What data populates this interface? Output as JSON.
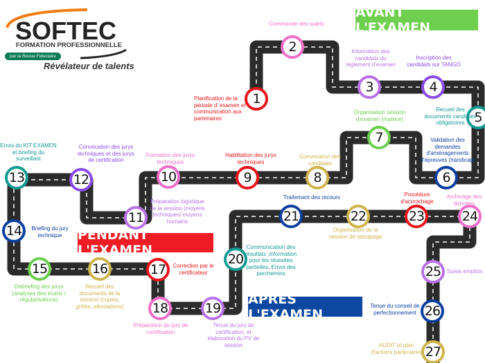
{
  "logo": {
    "brand": "SOFTEC",
    "subtitle": "FORMATION PROFESSIONNELLE",
    "pill": "par la Revue Fiduciaire",
    "tagline": "Révélateur de talents"
  },
  "banners": {
    "avant": "AVANT L'EXAMEN",
    "pendant": "PENDANT L'EXAMEN",
    "apres": "APRES L'EXAMEN"
  },
  "colors": {
    "road": "#2b2b2b",
    "red": "#e8141c",
    "pink": "#ee6fc8",
    "lavender": "#b872e6",
    "purple": "#8a4ce8",
    "teal": "#139a93",
    "navy": "#0d3f9f",
    "green": "#6cce4e",
    "gold": "#cfb44c",
    "banner_avant": "#6fcf4f",
    "banner_pendant": "#ee1c24",
    "banner_apres": "#0d47a1"
  },
  "steps": [
    {
      "number": "1",
      "label": "Planification de la période d' examen et communication aux partenaires",
      "color": "red"
    },
    {
      "number": "2",
      "label": "Commande des sujets",
      "color": "pink"
    },
    {
      "number": "3",
      "label": "Information des candidats du règlement d'examen",
      "color": "lavender"
    },
    {
      "number": "4",
      "label": "Inscription des candidats sur TANGO",
      "color": "purple"
    },
    {
      "number": "5",
      "label": "Recueil des documents candidats obligatoires",
      "color": "teal"
    },
    {
      "number": "6",
      "label": "Validation des demandes d'aménagements d'épreuves (handicap)",
      "color": "navy"
    },
    {
      "number": "7",
      "label": "Organisation session d'examen (matrice)",
      "color": "green"
    },
    {
      "number": "8",
      "label": "Convocation des candidats",
      "color": "gold"
    },
    {
      "number": "9",
      "label": "Habilitation des jurys techniques",
      "color": "red"
    },
    {
      "number": "10",
      "label": "Formation des jurys techniques",
      "color": "pink"
    },
    {
      "number": "11",
      "label": "Préparation logistique de la session (moyens techniques/ moyens humains",
      "color": "lavender"
    },
    {
      "number": "12",
      "label": "Convocation des jurys techniques et des jurys de certification",
      "color": "purple"
    },
    {
      "number": "13",
      "label": "Envoi du KIT EXAMEN et briefing du surveillant",
      "color": "teal"
    },
    {
      "number": "14",
      "label": "Briefing du jury technique",
      "color": "navy"
    },
    {
      "number": "15",
      "label": "Debriefing des jurys (analyses des écarts / régularisations)",
      "color": "green"
    },
    {
      "number": "16",
      "label": "Recueil des documents de la session (copies, grilles, attestations)",
      "color": "gold"
    },
    {
      "number": "17",
      "label": "Correction par le certificateur",
      "color": "red"
    },
    {
      "number": "18",
      "label": "Préparation du jury de certification",
      "color": "pink"
    },
    {
      "number": "19",
      "label": "Tenue du jury de certification, et élaboration du PV de session",
      "color": "lavender"
    },
    {
      "number": "20",
      "label": "Communication des résultats ,information pour les réussites partielles, Envoi des parchemins",
      "color": "teal"
    },
    {
      "number": "21",
      "label": "Traitement des recours",
      "color": "navy"
    },
    {
      "number": "22",
      "label": "Organisation de la session de rattrapage",
      "color": "gold"
    },
    {
      "number": "23",
      "label": "Procédure d'accrochage",
      "color": "red"
    },
    {
      "number": "24",
      "label": "Archivage des données",
      "color": "pink"
    },
    {
      "number": "25",
      "label": "Suivis emplois",
      "color": "lavender"
    },
    {
      "number": "26",
      "label": "Tenue du conseil de perfectionnement",
      "color": "navy"
    },
    {
      "number": "27",
      "label": "AUDIT et plan d'actions partenaires",
      "color": "gold"
    }
  ]
}
